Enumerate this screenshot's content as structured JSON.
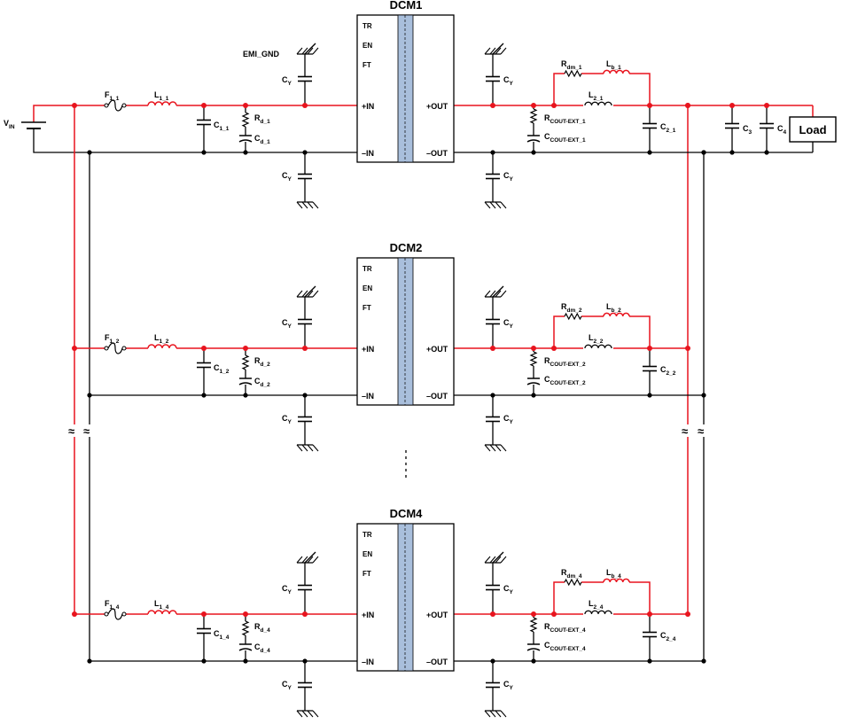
{
  "colors": {
    "red_wire": "#e8141e",
    "black_wire": "#000000",
    "transformer_bar": "#a9bfdc"
  },
  "input_label": {
    "main": "V",
    "sub": "IN"
  },
  "modules": [
    {
      "title": "DCM1",
      "sfx": "1",
      "pins": {
        "tr": "TR",
        "en": "EN",
        "ft": "FT",
        "pin": "+IN",
        "nin": "–IN",
        "pout": "+OUT",
        "nout": "–OUT"
      }
    },
    {
      "title": "DCM2",
      "sfx": "2",
      "pins": {
        "tr": "TR",
        "en": "EN",
        "ft": "FT",
        "pin": "+IN",
        "nin": "–IN",
        "pout": "+OUT",
        "nout": "–OUT"
      }
    },
    {
      "title": "DCM4",
      "sfx": "4",
      "pins": {
        "tr": "TR",
        "en": "EN",
        "ft": "FT",
        "pin": "+IN",
        "nin": "–IN",
        "pout": "+OUT",
        "nout": "–OUT"
      }
    }
  ],
  "component_prefixes": {
    "fuse": "F",
    "input_inductor": "L",
    "input_cap": "C",
    "damp_resistor": "R",
    "damp_cap": "C",
    "damp_sfx": "d",
    "y_cap": "C",
    "y_sfx": "Y",
    "dm_resistor": "R",
    "dm_sfx": "dm",
    "b_inductor": "L",
    "b_sfx": "b",
    "out_inductor": "L",
    "out_cap": "C",
    "rc_resistor": "R",
    "rc_cap": "C",
    "rc_sfx": "COUT-EXT"
  },
  "emi_gnd_label": "EMI_GND",
  "load_caps": [
    {
      "main": "C",
      "sub": "3"
    },
    {
      "main": "C",
      "sub": "4"
    }
  ],
  "load_label": "Load",
  "break_symbol": "≈",
  "ellipsis_note": "vertical dashed ellipsis between DCM2 and DCM4"
}
